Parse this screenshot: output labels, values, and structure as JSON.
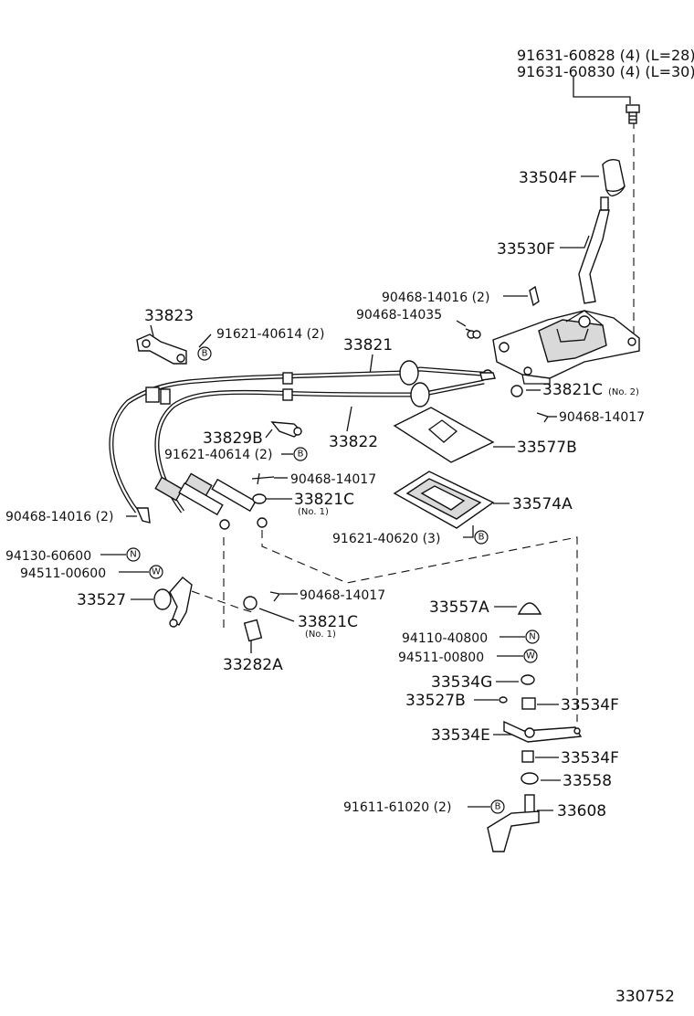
{
  "labels": {
    "p1": "91631-60828 (4) (L=28)",
    "p2": "91631-60830 (4) (L=30)",
    "p3": "33504F",
    "p4": "33530F",
    "p5": "90468-14016 (2)",
    "p6": "90468-14035",
    "p7": "33823",
    "p8": "91621-40614 (2)",
    "p9": "33821",
    "p10": "33821C",
    "p10n": "(No. 2)",
    "p11": "90468-14017",
    "p12": "33829B",
    "p13": "33822",
    "p14": "33577B",
    "p15": "91621-40614 (2)",
    "p16": "90468-14017",
    "p17": "33821C",
    "p17n": "(No. 1)",
    "p18": "33574A",
    "p19": "90468-14016 (2)",
    "p20": "91621-40620 (3)",
    "p21": "94130-60600",
    "p22": "94511-00600",
    "p23": "33527",
    "p24": "90468-14017",
    "p25": "33821C",
    "p25n": "(No. 1)",
    "p26": "33557A",
    "p27": "94110-40800",
    "p28": "94511-00800",
    "p29": "33282A",
    "p30": "33534G",
    "p31": "33527B",
    "p32": "33534F",
    "p33": "33534E",
    "p34": "33534F",
    "p35": "33558",
    "p36": "91611-61020 (2)",
    "p37": "33608",
    "fig": "330752"
  },
  "symbols": {
    "b": "B",
    "n": "N",
    "w": "W"
  }
}
